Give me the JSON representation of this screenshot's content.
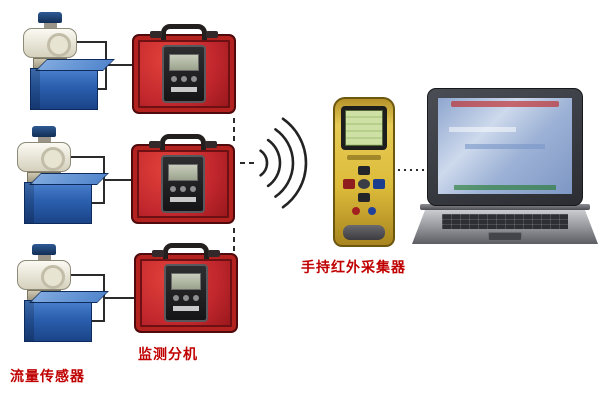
{
  "diagram": {
    "labels": {
      "flow_sensor": "流量传感器",
      "monitor_unit": "监测分机",
      "handheld_collector": "手持红外采集器"
    },
    "colors": {
      "label_red": "#c00000",
      "case_red": "#c1272d",
      "box_blue": "#2b5fae",
      "handheld_yellow": "#ddbb3a",
      "background": "#ffffff"
    }
  }
}
